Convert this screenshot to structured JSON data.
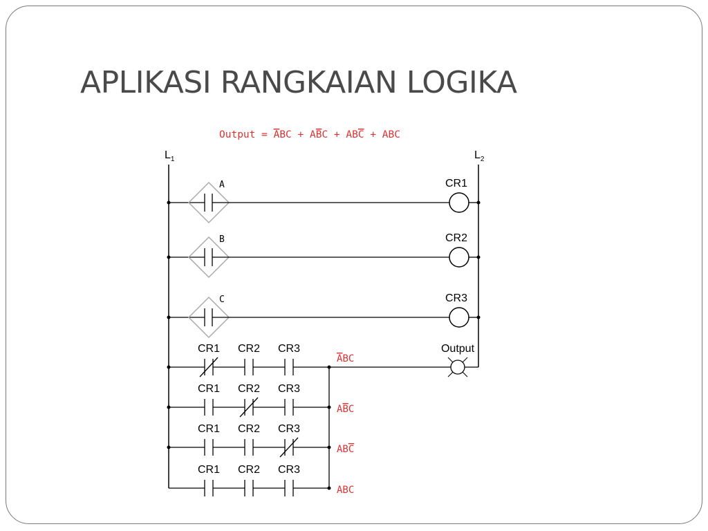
{
  "slide": {
    "title": "APLIKASI RANGKAIAN LOGIKA"
  },
  "equation": {
    "prefix": "Output = ",
    "terms": [
      [
        {
          "t": "A",
          "bar": true
        },
        {
          "t": "BC",
          "bar": false
        }
      ],
      [
        {
          "t": "A",
          "bar": false
        },
        {
          "t": "B",
          "bar": true
        },
        {
          "t": "C",
          "bar": false
        }
      ],
      [
        {
          "t": "AB",
          "bar": false
        },
        {
          "t": "C",
          "bar": true
        }
      ],
      [
        {
          "t": "ABC",
          "bar": false
        }
      ]
    ],
    "separator": " + "
  },
  "rails": {
    "left": {
      "main": "L",
      "sub": "1"
    },
    "right": {
      "main": "L",
      "sub": "2"
    }
  },
  "switch_rungs": [
    {
      "switch": "A",
      "coil": "CR1"
    },
    {
      "switch": "B",
      "coil": "CR2"
    },
    {
      "switch": "C",
      "coil": "CR3"
    }
  ],
  "output_lamp": "Output",
  "logic_rungs": [
    {
      "contacts": [
        {
          "label": "CR1",
          "nc": true
        },
        {
          "label": "CR2",
          "nc": false
        },
        {
          "label": "CR3",
          "nc": false
        }
      ],
      "term": [
        {
          "t": "A",
          "bar": true
        },
        {
          "t": "BC",
          "bar": false
        }
      ]
    },
    {
      "contacts": [
        {
          "label": "CR1",
          "nc": false
        },
        {
          "label": "CR2",
          "nc": true
        },
        {
          "label": "CR3",
          "nc": false
        }
      ],
      "term": [
        {
          "t": "A",
          "bar": false
        },
        {
          "t": "B",
          "bar": true
        },
        {
          "t": "C",
          "bar": false
        }
      ]
    },
    {
      "contacts": [
        {
          "label": "CR1",
          "nc": false
        },
        {
          "label": "CR2",
          "nc": false
        },
        {
          "label": "CR3",
          "nc": true
        }
      ],
      "term": [
        {
          "t": "AB",
          "bar": false
        },
        {
          "t": "C",
          "bar": true
        }
      ]
    },
    {
      "contacts": [
        {
          "label": "CR1",
          "nc": false
        },
        {
          "label": "CR2",
          "nc": false
        },
        {
          "label": "CR3",
          "nc": false
        }
      ],
      "term": [
        {
          "t": "ABC",
          "bar": false
        }
      ]
    }
  ],
  "colors": {
    "title": "#4a4a4a",
    "equation": "#e03030",
    "lines": "#000000",
    "switch_outline": "#aaaaaa"
  }
}
